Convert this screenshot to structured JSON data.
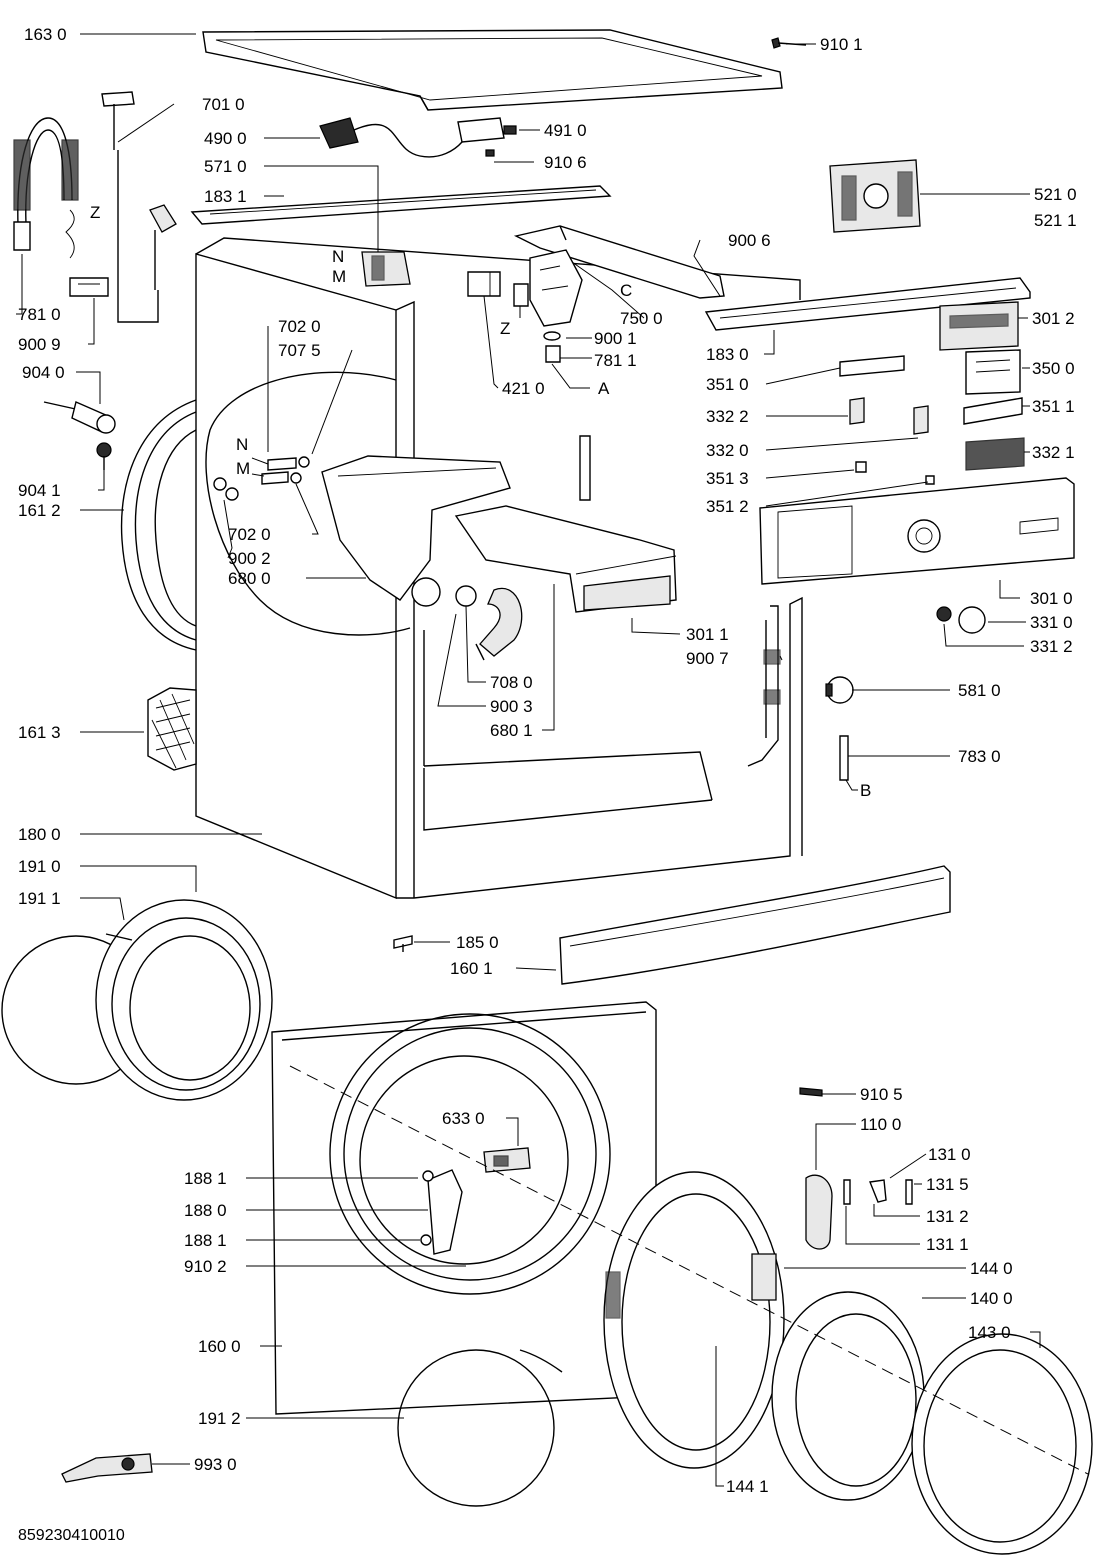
{
  "diagram": {
    "document_id": "859230410010",
    "callouts": [
      "163 0",
      "910 1",
      "701 0",
      "490 0",
      "491 0",
      "910 6",
      "571 0",
      "183 1",
      "Z",
      "521 0",
      "521 1",
      "900 6",
      "N",
      "M",
      "C",
      "750 0",
      "Z",
      "900 1",
      "781 1",
      "A",
      "421 0",
      "781 0",
      "900 9",
      "183 0",
      "301 2",
      "702 0",
      "707 5",
      "351 0",
      "350 0",
      "904 0",
      "332 2",
      "351 1",
      "332 0",
      "332 1",
      "351 3",
      "351 2",
      "904 1",
      "161 2",
      "N",
      "M",
      "702 0",
      "900 2",
      "680 0",
      "301 0",
      "331 0",
      "331 2",
      "301 1",
      "900 7",
      "708 0",
      "581 0",
      "900 3",
      "680 1",
      "161 3",
      "783 0",
      "B",
      "180 0",
      "191 0",
      "191 1",
      "185 0",
      "160 1",
      "910 5",
      "633 0",
      "110 0",
      "131 0",
      "188 1",
      "131 5",
      "188 0",
      "131 2",
      "188 1",
      "131 1",
      "910 2",
      "144 0",
      "140 0",
      "160 0",
      "143 0",
      "191 2",
      "144 1",
      "993 0"
    ]
  }
}
